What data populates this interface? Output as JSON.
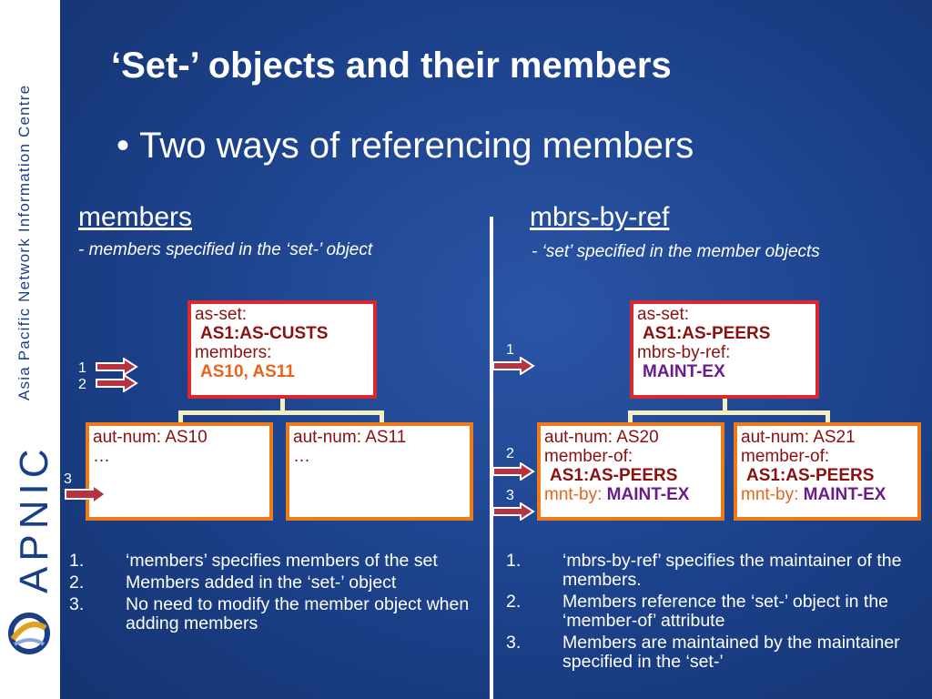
{
  "sidebar": {
    "org_name": "Asia Pacific Network Information Centre",
    "brand": "APNIC"
  },
  "slide": {
    "title": "‘Set-’ objects and their members",
    "bullet": "Two ways of referencing members"
  },
  "left": {
    "heading": "members",
    "subheading": "- members specified in the ‘set-’ object",
    "set_box": {
      "line1_key": "as-set:",
      "line1_val": "AS1:AS-CUSTS",
      "line2_key": "members:",
      "line2_val": "AS10, AS11"
    },
    "member_boxes": [
      {
        "line1": "aut-num: AS10",
        "line2": "…"
      },
      {
        "line1": "aut-num: AS11",
        "line2": "…"
      }
    ],
    "arrow_labels": [
      "1",
      "2",
      "3"
    ],
    "list": [
      {
        "n": "1.",
        "text": "‘members’ specifies members of the set"
      },
      {
        "n": "2.",
        "text": "Members added in the ‘set-’ object"
      },
      {
        "n": "3.",
        "text": "No need to modify the member object when adding members"
      }
    ]
  },
  "right": {
    "heading": "mbrs-by-ref",
    "subheading": "- ‘set’ specified in the member objects",
    "set_box": {
      "line1_key": "as-set:",
      "line1_val": "AS1:AS-PEERS",
      "line2_key": "mbrs-by-ref:",
      "line2_val": "MAINT-EX"
    },
    "member_boxes": [
      {
        "line1": "aut-num: AS20",
        "line2": "member-of:",
        "line3": "AS1:AS-PEERS",
        "line4_key": "mnt-by:",
        "line4_val": "MAINT-EX"
      },
      {
        "line1": "aut-num: AS21",
        "line2": "member-of:",
        "line3": "AS1:AS-PEERS",
        "line4_key": "mnt-by:",
        "line4_val": "MAINT-EX"
      }
    ],
    "arrow_labels": [
      "1",
      "2",
      "3"
    ],
    "list": [
      {
        "n": "1.",
        "text": "‘mbrs-by-ref’ specifies the maintainer of the members."
      },
      {
        "n": "2.",
        "text": "Members reference the ‘set-’ object in the ‘member-of’ attribute"
      },
      {
        "n": "3.",
        "text": "Members are maintained by the maintainer specified in the ‘set-’"
      }
    ]
  },
  "colors": {
    "background": "#1b3f86",
    "box_red_border": "#d9282e",
    "box_orange_border": "#f07a1a",
    "key_text": "#8b1010",
    "value_orange": "#e8641a",
    "value_purple": "#6a1d8a",
    "connector": "#f4efc0"
  }
}
